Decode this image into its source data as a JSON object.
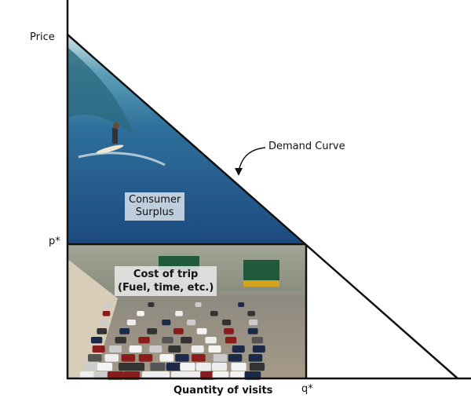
{
  "axes": {
    "y_label": "Price",
    "x_label": "Quantity of visits",
    "p_star": "p*",
    "q_star": "q*"
  },
  "curve": {
    "label": "Demand Curve"
  },
  "regions": {
    "consumer_surplus": [
      "Consumer",
      "Surplus"
    ],
    "cost_of_trip": [
      "Cost of trip",
      "(Fuel, time, etc.)"
    ]
  },
  "colors": {
    "ocean_top": "#3f7fa8",
    "ocean_bottom": "#1f4f86",
    "line": "#111111"
  }
}
